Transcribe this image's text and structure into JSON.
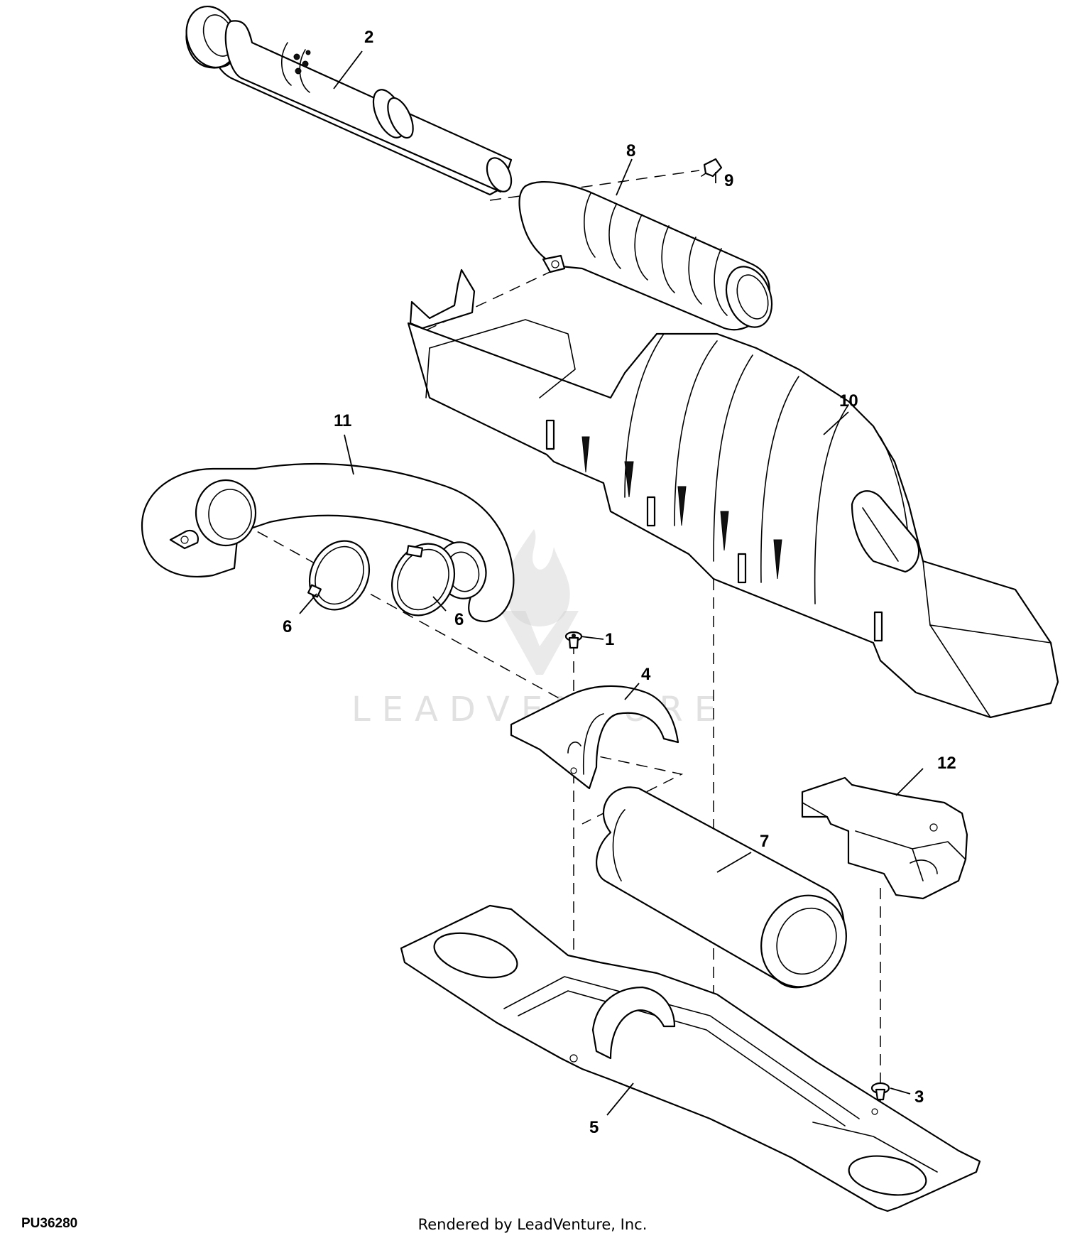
{
  "diagram": {
    "drawing_id": "PU36280",
    "footer": "Rendered by LeadVenture, Inc.",
    "watermark": "LEADVENTURE",
    "callouts": [
      "1",
      "2",
      "3",
      "4",
      "5",
      "6",
      "6",
      "7",
      "8",
      "9",
      "10",
      "11",
      "12"
    ]
  }
}
